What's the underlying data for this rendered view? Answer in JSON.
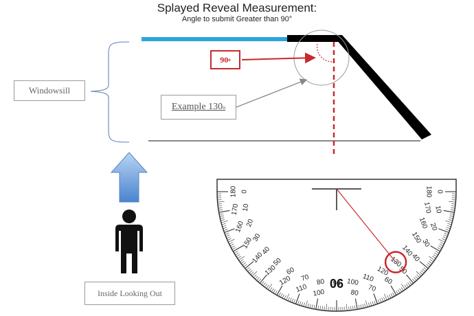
{
  "title": "Splayed Reveal Measurement:",
  "subtitle": "Angle to submit Greater than 90°",
  "labels": {
    "windowsill": "Windowsill",
    "example": "Example 130",
    "example_unit": "o",
    "right_angle": "90",
    "right_angle_unit": "o",
    "inside_looking_out": "Inside Looking Out"
  },
  "protractor": {
    "outer_scale_left_to_right": [
      180,
      170,
      160,
      150,
      140,
      130,
      120,
      110,
      100,
      90,
      80,
      70,
      60,
      50,
      40,
      30,
      20,
      10,
      0
    ],
    "inner_scale_left_to_right": [
      0,
      10,
      20,
      30,
      40,
      50,
      60,
      70,
      80,
      90,
      100,
      110,
      120,
      130,
      140,
      150,
      160,
      170,
      180
    ],
    "center_label": "90",
    "highlighted_reading": 130
  },
  "colors": {
    "reveal_blue": "#2aa6dc",
    "frame_black": "#000000",
    "highlight_red": "#c9282d",
    "arrow_blue": "#6a9fd8",
    "figure": "#111111"
  }
}
